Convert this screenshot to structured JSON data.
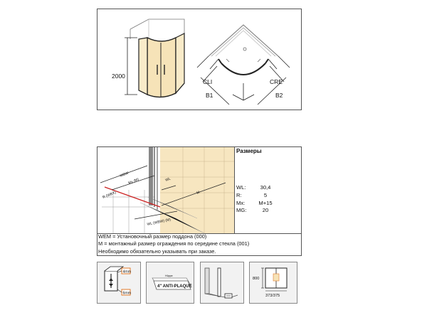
{
  "top_diagram": {
    "height_label": "2000",
    "width_label_left": "B1",
    "width_label_right": "B2",
    "entry_label_left": "CLI",
    "entry_label_right": "CRE"
  },
  "install_diagram": {
    "title": "Размеры",
    "rotated_labels": [
      "WBW",
      "Mx (M)",
      "R (WBX)",
      "WL",
      "M",
      "WL (WBW) (M)"
    ],
    "dimensions": [
      {
        "key": "WL:",
        "value": "30,4"
      },
      {
        "key": "R:",
        "value": "5"
      },
      {
        "key": "Mx:",
        "value": "M+15"
      },
      {
        "key": "MG:",
        "value": "20"
      }
    ],
    "notes": [
      "WEM = Установочный размер поддона (000)",
      "M = монтажный размер ограждения по середине стекла (001)",
      "Необходимо обязательно указывать при заказе."
    ]
  },
  "icons": {
    "glass_thickness_top": "4mm",
    "glass_thickness_bottom": "6mm",
    "coating_small": "Hüppe",
    "coating_label": "4\" ANTI-PLAQUE",
    "adjust_height": "800",
    "adjust_range": "373/375"
  },
  "colors": {
    "glass_fill": "#f6e3b8",
    "frame": "#222222",
    "line_red": "#cc2222",
    "orange_box": "#e07a2a"
  }
}
